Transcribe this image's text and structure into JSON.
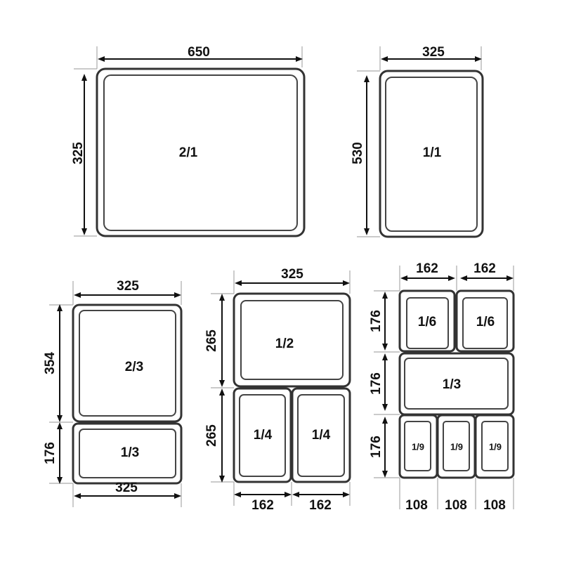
{
  "pans": {
    "full_2_1": {
      "label": "2/1",
      "width": "650",
      "height": "325"
    },
    "full_1_1": {
      "label": "1/1",
      "width": "325",
      "height": "530"
    },
    "set_a": {
      "top_width": "325",
      "bottom_width": "325",
      "h1": "354",
      "h2": "176",
      "pan1": "2/3",
      "pan2": "1/3"
    },
    "set_b": {
      "width": "325",
      "h1": "265",
      "h2": "265",
      "w1": "162",
      "w2": "162",
      "pan1": "1/2",
      "pan2": "1/4",
      "pan3": "1/4"
    },
    "set_c": {
      "w1": "162",
      "w2": "162",
      "h1": "176",
      "h2": "176",
      "h3": "176",
      "b1": "108",
      "b2": "108",
      "b3": "108",
      "pan1": "1/6",
      "pan2": "1/6",
      "pan3": "1/3",
      "pan4": "1/9",
      "pan5": "1/9",
      "pan6": "1/9"
    }
  }
}
